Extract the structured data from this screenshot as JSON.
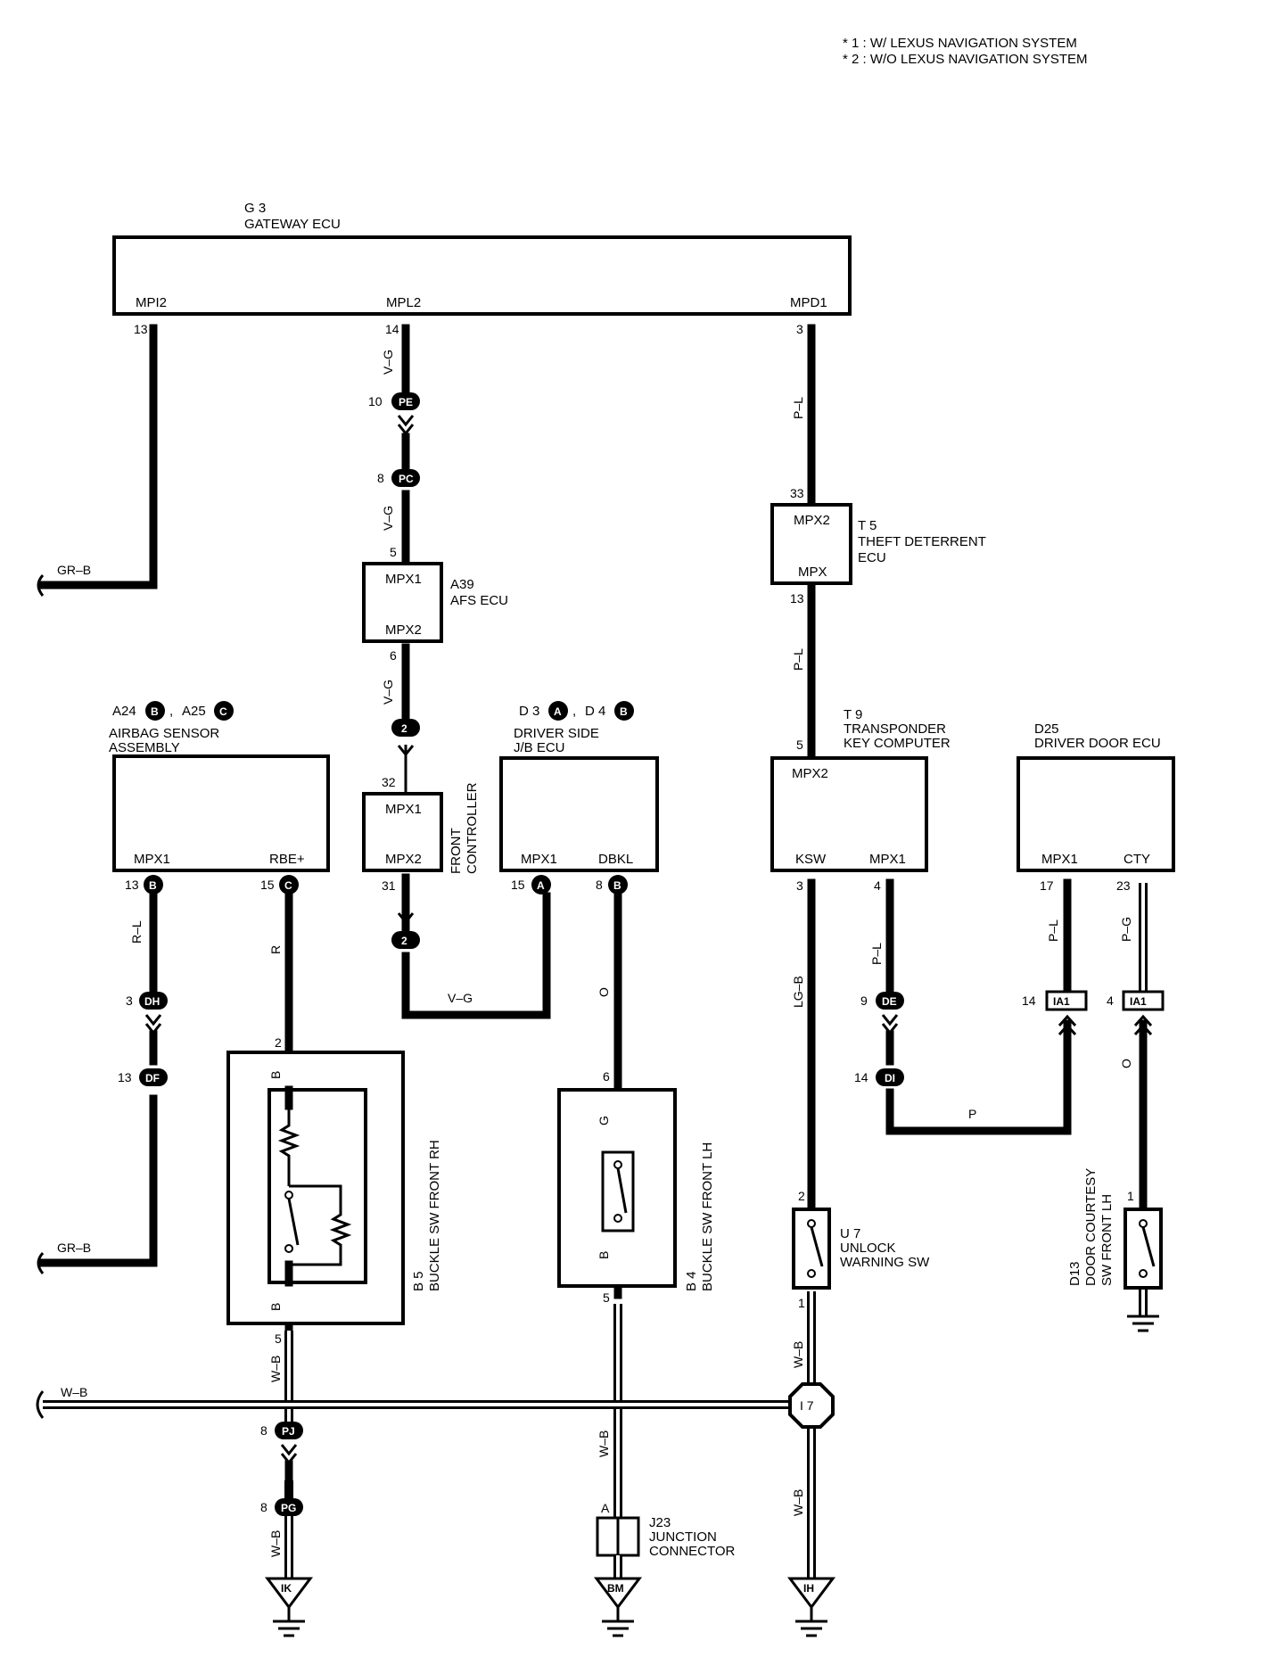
{
  "notes": {
    "line1": "* 1 : W/ LEXUS NAVIGATION SYSTEM",
    "line2": "* 2 : W/O LEXUS NAVIGATION SYSTEM"
  },
  "components": {
    "gateway": {
      "code": "G 3",
      "name": "GATEWAY ECU",
      "pin_left": "MPI2",
      "pin_mid": "MPL2",
      "pin_right": "MPD1",
      "num_left": "13",
      "num_mid": "14",
      "num_right": "3"
    },
    "afs": {
      "code": "A39",
      "name": "AFS ECU",
      "pin_top": "MPX1",
      "pin_bottom": "MPX2",
      "num_top": "5",
      "num_bottom": "6"
    },
    "theft": {
      "code": "T 5",
      "name1": "THEFT DETERRENT",
      "name2": "ECU",
      "pin_top": "MPX2",
      "pin_bottom": "MPX",
      "num_top": "33",
      "num_bottom": "13"
    },
    "airbag": {
      "code1": "A24",
      "conn1": "B",
      "code2": "A25",
      "conn2": "C",
      "name1": "AIRBAG SENSOR",
      "name2": "ASSEMBLY",
      "pin1": "MPX1",
      "pin2": "RBE+",
      "num1": "13",
      "circ1": "B",
      "num2": "15",
      "circ2": "C"
    },
    "front_controller": {
      "name1": "FRONT",
      "name2": "CONTROLLER",
      "pin_top": "MPX1",
      "pin_bottom": "MPX2",
      "num_top": "32",
      "num_bottom": "31"
    },
    "jb": {
      "code1": "D 3",
      "conn1": "A",
      "code2": "D 4",
      "conn2": "B",
      "name1": "DRIVER SIDE",
      "name2": "J/B ECU",
      "pin1": "MPX1",
      "pin2": "DBKL",
      "num1": "15",
      "circ1": "A",
      "num2": "8",
      "circ2": "B"
    },
    "transponder": {
      "code": "T 9",
      "name1": "TRANSPONDER",
      "name2": "KEY COMPUTER",
      "pin_top": "MPX2",
      "pin1": "KSW",
      "pin2": "MPX1",
      "num_top": "5",
      "num1": "3",
      "num2": "4"
    },
    "door_ecu": {
      "code": "D25",
      "name": "DRIVER DOOR ECU",
      "pin1": "MPX1",
      "pin2": "CTY",
      "num1": "17",
      "num2": "23"
    },
    "buckle_rh": {
      "code": "B 5",
      "name": "BUCKLE SW FRONT RH",
      "num_top": "2",
      "num_bottom": "5"
    },
    "buckle_lh": {
      "code": "B 4",
      "name": "BUCKLE SW FRONT LH",
      "num_top": "6",
      "num_bottom": "5"
    },
    "unlock": {
      "code": "U 7",
      "name1": "UNLOCK",
      "name2": "WARNING SW",
      "num_top": "2",
      "num_bottom": "1"
    },
    "courtesy": {
      "code": "D13",
      "name1": "DOOR COURTESY",
      "name2": "SW FRONT LH",
      "num_top": "1"
    },
    "junction": {
      "code": "J23",
      "name1": "JUNCTION",
      "name2": "CONNECTOR",
      "pin": "A"
    }
  },
  "wire_colors": {
    "gr_b_top": "GR–B",
    "gr_b_bottom": "GR–B",
    "w_b_bus": "W–B",
    "v_g_1": "V–G",
    "v_g_2": "V–G",
    "v_g_3": "V–G",
    "v_g_h": "V–G",
    "p_l_1": "P–L",
    "p_l_2": "P–L",
    "r_l": "R–L",
    "r": "R",
    "b1": "B",
    "b2": "B",
    "o1": "O",
    "g": "G",
    "b3": "B",
    "lg_b": "LG–B",
    "p_l_3": "P–L",
    "p_l_4": "P–L",
    "p_g": "P–G",
    "p": "P",
    "o2": "O",
    "w_b_1": "W–B",
    "w_b_2": "W–B",
    "w_b_3": "W–B",
    "w_b_4": "W–B",
    "w_b_5": "W–B"
  },
  "connectors": {
    "pe": {
      "num": "10",
      "id": "PE"
    },
    "pc": {
      "num": "8",
      "id": "PC"
    },
    "c2a": {
      "id": "2"
    },
    "c2b": {
      "id": "2"
    },
    "dh": {
      "num": "3",
      "id": "DH"
    },
    "df": {
      "num": "13",
      "id": "DF"
    },
    "de": {
      "num": "9",
      "id": "DE"
    },
    "di": {
      "num": "14",
      "id": "DI"
    },
    "ia1a": {
      "num": "14",
      "id": "IA1"
    },
    "ia1b": {
      "num": "4",
      "id": "IA1"
    },
    "pj": {
      "num": "8",
      "id": "PJ"
    },
    "pg": {
      "num": "8",
      "id": "PG"
    },
    "i7": {
      "id": "I 7"
    }
  },
  "grounds": {
    "ik": "IK",
    "bm": "BM",
    "ih": "IH"
  }
}
